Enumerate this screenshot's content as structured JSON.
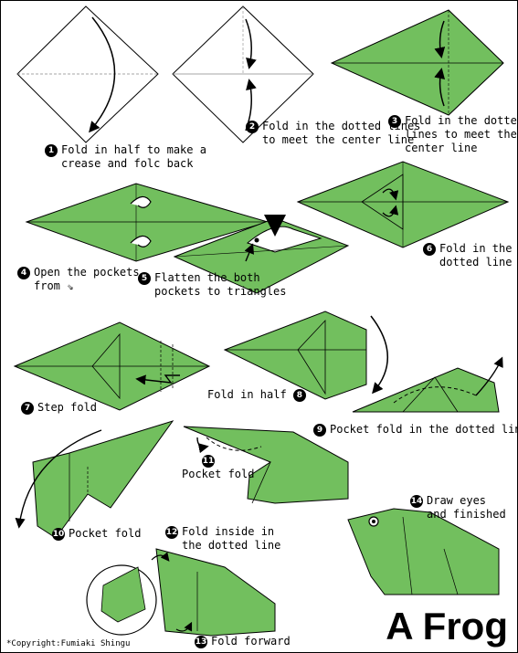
{
  "title": "A Frog",
  "copyright": "*Copyright:Fumiaki Shingu",
  "colors": {
    "paper_green": "#72bf5e",
    "line": "#000000",
    "arrow": "#000000"
  },
  "steps": [
    {
      "num": "1",
      "text": "Fold in half to make a\ncrease and folc back"
    },
    {
      "num": "2",
      "text": "Fold in the dotted lines\nto meet the center line"
    },
    {
      "num": "3",
      "text": "Fold in the dotted\nlines to meet the\ncenter line"
    },
    {
      "num": "4",
      "text": "Open the pockets\nfrom ⇘"
    },
    {
      "num": "5",
      "text": "Flatten the both\npockets to triangles"
    },
    {
      "num": "6",
      "text": "Fold in the\ndotted line"
    },
    {
      "num": "7",
      "text": "Step fold"
    },
    {
      "num": "8",
      "text": "Fold in half"
    },
    {
      "num": "9",
      "text": "Pocket fold in the dotted line"
    },
    {
      "num": "10",
      "text": "Pocket fold"
    },
    {
      "num": "11",
      "text": "Pocket fold"
    },
    {
      "num": "12",
      "text": "Fold inside in\nthe dotted line"
    },
    {
      "num": "13",
      "text": "Fold forward"
    },
    {
      "num": "14",
      "text": "Draw eyes\nand finished"
    }
  ]
}
